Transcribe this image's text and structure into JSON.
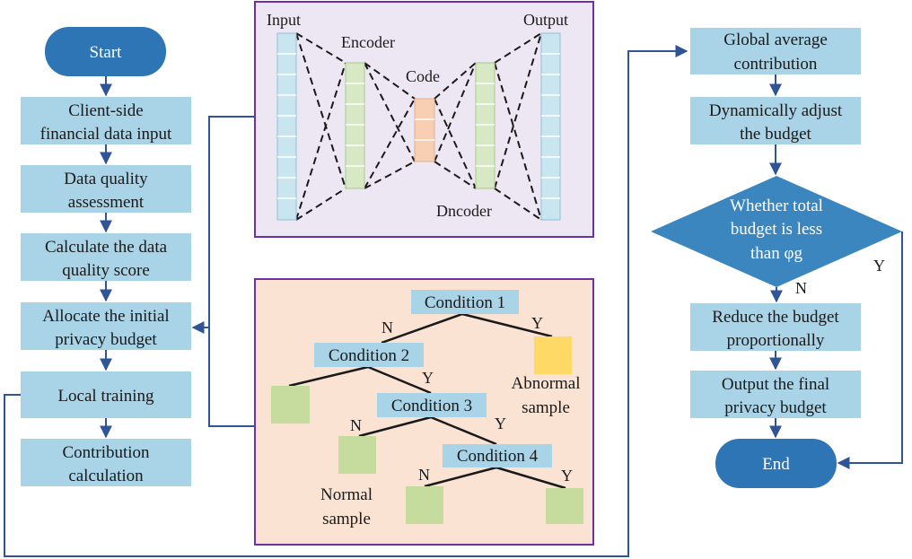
{
  "colors": {
    "box_fill": "#a9d3e6",
    "terminal_fill": "#2e75b6",
    "diamond_fill": "#3c86c0",
    "arrow": "#2f5597",
    "autoencoder_panel": "#ede7f3",
    "tree_panel": "#fbe3d4",
    "panel_border": "#7030a0",
    "input_output_layer": "#c8e5f0",
    "encoder_layer": "#d7e8c5",
    "code_layer": "#f8cfb2",
    "normal_leaf": "#c5dc9e",
    "abnormal_leaf": "#ffd966"
  },
  "left_flow": {
    "start": "Start",
    "client_input": [
      "Client-side",
      "financial data input"
    ],
    "quality_assessment": [
      "Data quality",
      "assessment"
    ],
    "quality_score": [
      "Calculate the data",
      "quality score"
    ],
    "allocate_budget": [
      "Allocate the initial",
      "privacy budget"
    ],
    "local_training": "Local training",
    "contribution": [
      "Contribution",
      "calculation"
    ]
  },
  "autoencoder": {
    "input_label": "Input",
    "encoder_label": "Encoder",
    "code_label": "Code",
    "decoder_label": "Dncoder",
    "output_label": "Output"
  },
  "decision_tree": {
    "conditions": [
      "Condition 1",
      "Condition 2",
      "Condition 3",
      "Condition 4"
    ],
    "branch_n": "N",
    "branch_y": "Y",
    "abnormal_label": [
      "Abnormal",
      "sample"
    ],
    "normal_label": [
      "Normal",
      "sample"
    ]
  },
  "right_flow": {
    "global_avg": [
      "Global average",
      "contribution"
    ],
    "adjust": [
      "Dynamically adjust",
      "the budget"
    ],
    "decision": [
      "Whether total",
      "budget is less",
      "than φg"
    ],
    "decision_n": "N",
    "decision_y": "Y",
    "reduce": [
      "Reduce the budget",
      "proportionally"
    ],
    "output_final": [
      "Output the final",
      "privacy budget"
    ],
    "end": "End"
  }
}
